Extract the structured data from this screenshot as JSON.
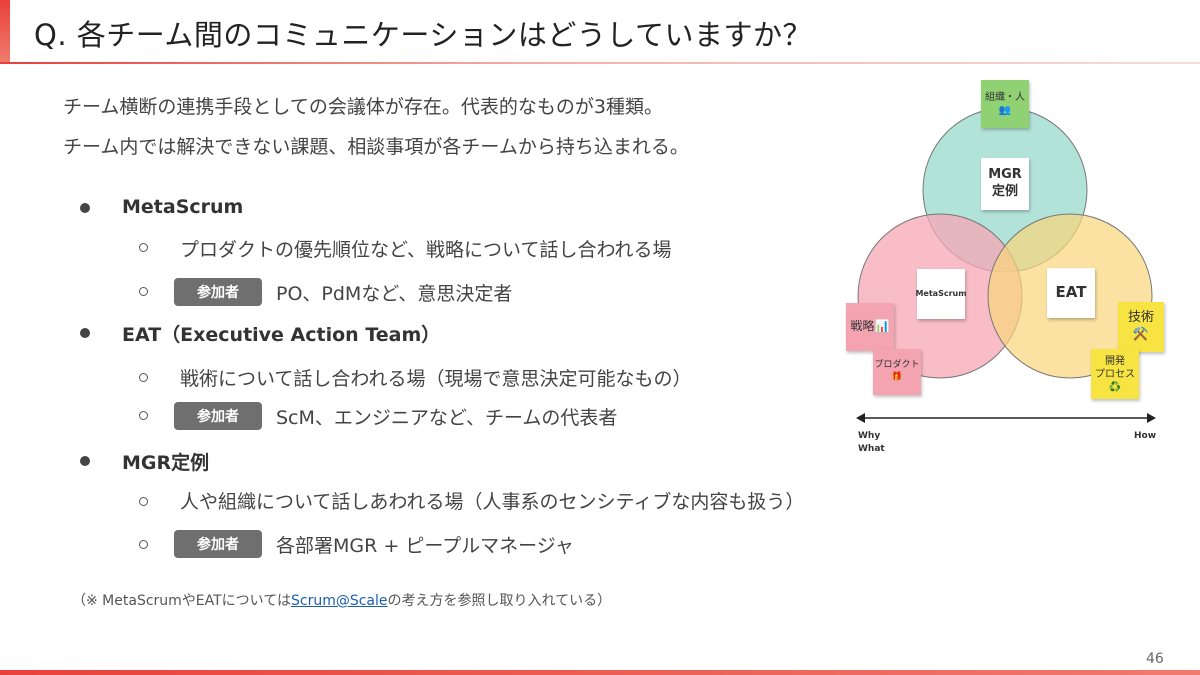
{
  "header": {
    "title": "Q. 各チーム間のコミュニケーションはどうしていますか？"
  },
  "intro": {
    "line1": "チーム横断の連携手段としての会議体が存在。代表的なものが3種類。",
    "line2": "チーム内では解決できない課題、相談事項が各チームから持ち込まれる。"
  },
  "bullets": [
    {
      "name": "MetaScrum",
      "description": "プロダクトの優先順位など、戦略について話し合われる場",
      "participants_tag": "参加者",
      "participants": "PO、PdMなど、意思決定者"
    },
    {
      "name": "EAT（Executive Action Team）",
      "description": "戦術について話し合われる場（現場で意思決定可能なもの）",
      "participants_tag": "参加者",
      "participants": "ScM、エンジニアなど、チームの代表者"
    },
    {
      "name": "MGR定例",
      "description": "人や組織について話しあわれる場（人事系のセンシティブな内容も扱う）",
      "participants_tag": "参加者",
      "participants": "各部署MGR + ピープルマネージャ"
    }
  ],
  "footnote": {
    "prefix": "（※ MetaScrumやEATについては",
    "link": "Scrum@Scale",
    "suffix": "の考え方を参照し取り入れている）"
  },
  "page_number": "46",
  "diagram": {
    "circles": [
      {
        "name": "MGR定例",
        "color": "#9fdccf"
      },
      {
        "name": "MetaScrum",
        "color": "#f6a7b3"
      },
      {
        "name": "EAT",
        "color": "#f9d57c"
      }
    ],
    "stickies": {
      "org_people": "組織・人",
      "org_people_icon": "👥",
      "mgr_line1": "MGR",
      "mgr_line2": "定例",
      "metascrum": "MetaScrum",
      "eat": "EAT",
      "strategy": "戦略📊",
      "product": "プロダクト",
      "product_icon": "🎁",
      "tech": "技術",
      "tech_icon": "⚒️",
      "dev_line1": "開発",
      "dev_line2": "プロセス",
      "dev_icon": "♻️"
    },
    "axis": {
      "left_line1": "Why",
      "left_line2": "What",
      "right": "How"
    }
  }
}
